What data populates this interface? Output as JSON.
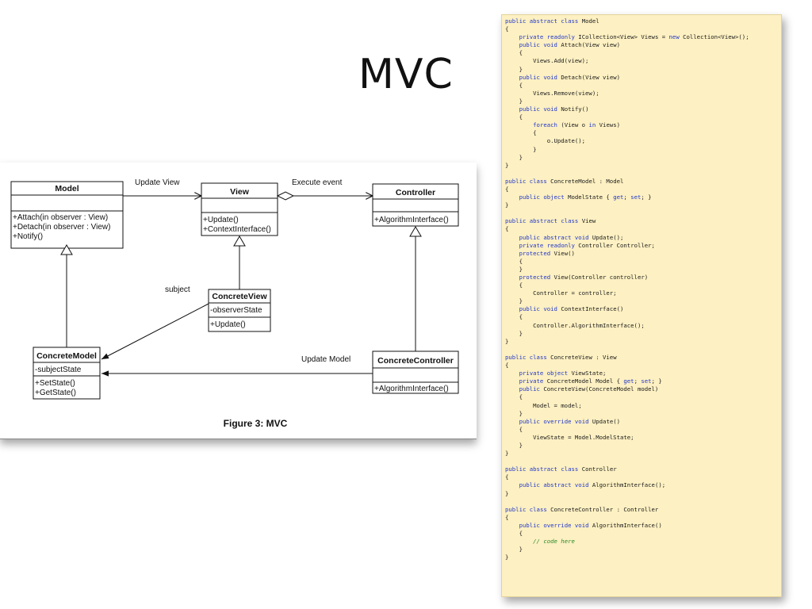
{
  "slide": {
    "title": "MVC"
  },
  "diagram": {
    "caption": "Figure 3: MVC",
    "classes": {
      "model": {
        "name": "Model",
        "members": [
          "+Attach(in observer : View)",
          "+Detach(in observer : View)",
          "+Notify()"
        ]
      },
      "view": {
        "name": "View",
        "members": [
          "+Update()",
          "+ContextInterface()"
        ]
      },
      "controller": {
        "name": "Controller",
        "members": [
          "+AlgorithmInterface()"
        ]
      },
      "concrete_view": {
        "name": "ConcreteView",
        "attributes": [
          "-observerState"
        ],
        "members": [
          "+Update()"
        ]
      },
      "concrete_model": {
        "name": "ConcreteModel",
        "attributes": [
          "-subjectState"
        ],
        "members": [
          "+SetState()",
          "+GetState()"
        ]
      },
      "concrete_controller": {
        "name": "ConcreteController",
        "members": [
          "+AlgorithmInterface()"
        ]
      }
    },
    "labels": {
      "update_view": "Update View",
      "execute_event": "Execute event",
      "subject": "subject",
      "update_model": "Update Model"
    }
  },
  "code": {
    "lines": [
      "public abstract class Model",
      "{",
      "    private readonly ICollection<View> Views = new Collection<View>();",
      "    public void Attach(View view)",
      "    {",
      "        Views.Add(view);",
      "    }",
      "    public void Detach(View view)",
      "    {",
      "        Views.Remove(view);",
      "    }",
      "    public void Notify()",
      "    {",
      "        foreach (View o in Views)",
      "        {",
      "            o.Update();",
      "        }",
      "    }",
      "}",
      "",
      "public class ConcreteModel : Model",
      "{",
      "    public object ModelState { get; set; }",
      "}",
      "",
      "public abstract class View",
      "{",
      "    public abstract void Update();",
      "    private readonly Controller Controller;",
      "    protected View()",
      "    {",
      "    }",
      "    protected View(Controller controller)",
      "    {",
      "        Controller = controller;",
      "    }",
      "    public void ContextInterface()",
      "    {",
      "        Controller.AlgorithmInterface();",
      "    }",
      "}",
      "",
      "public class ConcreteView : View",
      "{",
      "    private object ViewState;",
      "    private ConcreteModel Model { get; set; }",
      "    public ConcreteView(ConcreteModel model)",
      "    {",
      "        Model = model;",
      "    }",
      "    public override void Update()",
      "    {",
      "        ViewState = Model.ModelState;",
      "    }",
      "}",
      "",
      "public abstract class Controller",
      "{",
      "    public abstract void AlgorithmInterface();",
      "}",
      "",
      "public class ConcreteController : Controller",
      "{",
      "    public override void AlgorithmInterface()",
      "    {",
      "        // code here",
      "    }",
      "}"
    ]
  }
}
